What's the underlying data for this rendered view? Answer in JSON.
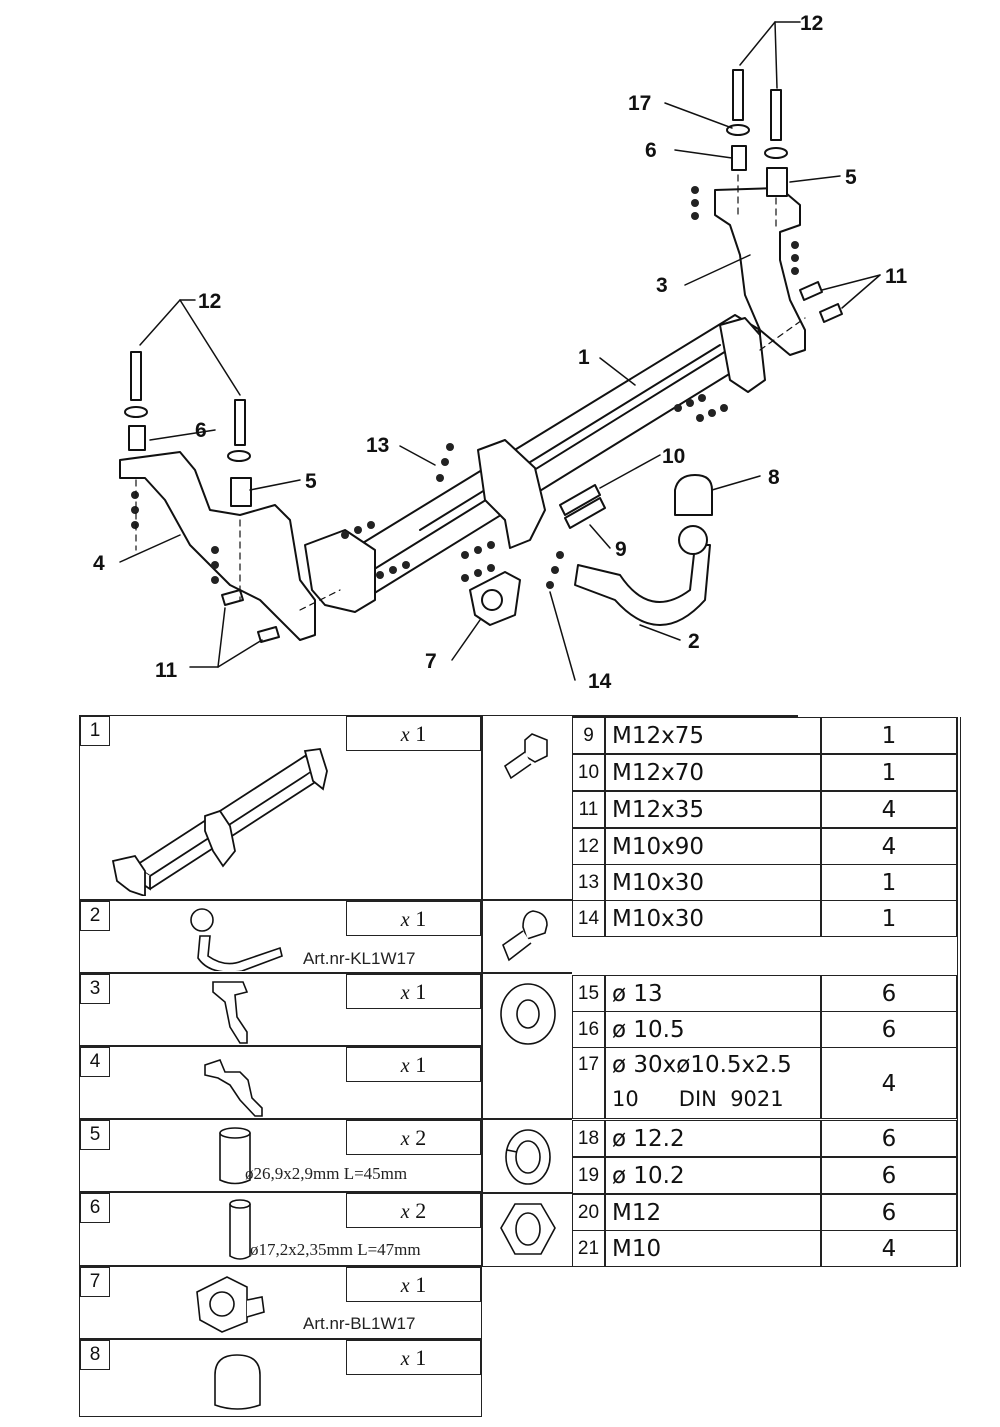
{
  "callouts": [
    "12",
    "17",
    "6",
    "5",
    "3",
    "11",
    "1",
    "12",
    "6",
    "13",
    "10",
    "8",
    "5",
    "4",
    "9",
    "11",
    "7",
    "14",
    "2"
  ],
  "left_parts": [
    {
      "num": "1",
      "qty_x": "x",
      "qty_n": "1",
      "art": "",
      "dim": ""
    },
    {
      "num": "2",
      "qty_x": "x",
      "qty_n": "1",
      "art": "Art.nr-KL1W17",
      "dim": ""
    },
    {
      "num": "3",
      "qty_x": "x",
      "qty_n": "1",
      "art": "",
      "dim": ""
    },
    {
      "num": "4",
      "qty_x": "x",
      "qty_n": "1",
      "art": "",
      "dim": ""
    },
    {
      "num": "5",
      "qty_x": "x",
      "qty_n": "2",
      "art": "",
      "dim": "ø26,9x2,9mm L=45mm"
    },
    {
      "num": "6",
      "qty_x": "x",
      "qty_n": "2",
      "art": "",
      "dim": "ø17,2x2,35mm L=47mm"
    },
    {
      "num": "7",
      "qty_x": "x",
      "qty_n": "1",
      "art": "Art.nr-BL1W17",
      "dim": ""
    },
    {
      "num": "8",
      "qty_x": "x",
      "qty_n": "1",
      "art": "",
      "dim": ""
    }
  ],
  "right_rows": [
    {
      "num": "9",
      "desc": "M12x75",
      "qty": "1"
    },
    {
      "num": "10",
      "desc": "M12x70",
      "qty": "1"
    },
    {
      "num": "11",
      "desc": "M12x35",
      "qty": "4"
    },
    {
      "num": "12",
      "desc": "M10x90",
      "qty": "4"
    },
    {
      "num": "13",
      "desc": "M10x30",
      "qty": "1"
    },
    {
      "num": "14",
      "desc": "M10x30",
      "qty": "1"
    },
    {
      "num": "15",
      "desc": "ø 13",
      "qty": "6"
    },
    {
      "num": "16",
      "desc": "ø 10.5",
      "qty": "6"
    },
    {
      "num": "17",
      "desc": "ø 30xø10.5x2.5",
      "desc2": "10      DIN  9021",
      "qty": "4"
    },
    {
      "num": "18",
      "desc": "ø 12.2",
      "qty": "6"
    },
    {
      "num": "19",
      "desc": "ø 10.2",
      "qty": "6"
    },
    {
      "num": "20",
      "desc": "M12",
      "qty": "6"
    },
    {
      "num": "21",
      "desc": "M10",
      "qty": "4"
    }
  ],
  "icons": [
    "bolt-icon",
    "socket-bolt-icon",
    "washer-icon",
    "spring-washer-icon",
    "hex-nut-icon"
  ]
}
